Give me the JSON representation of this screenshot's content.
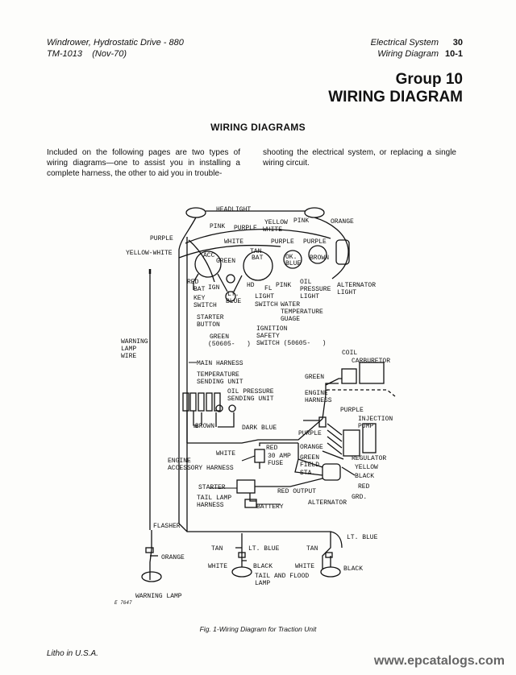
{
  "header": {
    "left_line1": "Windrower, Hydrostatic Drive - 880",
    "left_line2": "TM-1013    (Nov-70)",
    "right_line1": "Electrical System",
    "right_line2": "Wiring Diagram",
    "page_num": "30",
    "page_sub": "10-1"
  },
  "group_title": "Group 10",
  "main_title": "WIRING DIAGRAM",
  "section_title": "WIRING DIAGRAMS",
  "intro_left": "Included on the following pages are two types of wiring diagrams—one to assist you in installing a complete harness, the other to aid you in trouble-",
  "intro_right": "shooting the electrical system, or replacing a single wiring circuit.",
  "diagram_labels": {
    "headlight": "HEADLIGHT",
    "pink1": "PINK",
    "purple1": "PURPLE",
    "yellow_white1": "YELLOW",
    "yellow_white2": "WHITE",
    "pink2": "PINK",
    "orange1": "ORANGE",
    "purple2": "PURPLE",
    "white1": "WHITE",
    "purple3": "PURPLE",
    "purple4": "PURPLE",
    "yellow_white": "YELLOW-WHITE",
    "tan": "TAN",
    "acc": "ACC",
    "green1": "GREEN",
    "bat1": "BAT",
    "ok": "OK.",
    "blue1": "BLUE",
    "brown1": "BROWN",
    "red1": "RED",
    "bat2": "BAT",
    "ign": "IGN",
    "hd": "HD",
    "fl": "FL",
    "pink3": "PINK",
    "oil_pressure_light1": "OIL",
    "oil_pressure_light2": "PRESSURE",
    "oil_pressure_light3": "LIGHT",
    "alternator_light1": "ALTERNATOR",
    "alternator_light2": "LIGHT",
    "lt_blue1": "LT.",
    "lt_blue2": "BLUE",
    "light_switch1": "LIGHT",
    "light_switch2": "SWITCH",
    "key_switch1": "KEY",
    "key_switch2": "SWITCH",
    "water_temp1": "WATER",
    "water_temp2": "TEMPERATURE",
    "water_temp3": "GUAGE",
    "starter_button1": "STARTER",
    "starter_button2": "BUTTON",
    "warning_lamp_wire1": "WARNING",
    "warning_lamp_wire2": "LAMP",
    "warning_lamp_wire3": "WIRE",
    "green2": "GREEN",
    "green2_num": "(50605-   )",
    "ignition_safety1": "IGNITION",
    "ignition_safety2": "SAFETY",
    "ignition_safety3": "SWITCH (50605-   )",
    "coil": "COIL",
    "carburetor": "CARBURETOR",
    "main_harness": "MAIN HARNESS",
    "temp_sending1": "TEMPERATURE",
    "temp_sending2": "SENDING UNIT",
    "green3": "GREEN",
    "oil_sending1": "OIL PRESSURE",
    "oil_sending2": "SENDING UNIT",
    "engine_harness1": "ENGINE",
    "engine_harness2": "HARNESS",
    "purple5": "PURPLE",
    "injection_pump1": "INJECTION",
    "injection_pump2": "PUMP",
    "brown2": "BROWN",
    "dark_blue": "DARK BLUE",
    "purple6": "PURPLE",
    "orange2": "ORANGE",
    "red2": "RED",
    "white2": "WHITE",
    "fuse1": "30 AMP",
    "fuse2": "FUSE",
    "engine_acc1": "ENGINE",
    "engine_acc2": "ACCESSORY HARNESS",
    "green4": "GREEN",
    "field": "FIELD",
    "sta": "STA.",
    "regulator": "REGULATOR",
    "yellow2": "YELLOW",
    "black1": "BLACK",
    "red3": "RED",
    "starter": "STARTER",
    "red_output": "RED OUTPUT",
    "grd": "GRD.",
    "tail_lamp1": "TAIL LAMP",
    "tail_lamp2": "HARNESS",
    "alternator": "ALTERNATOR",
    "battery": "BATTERY",
    "flasher": "FLASHER",
    "lt_blue3": "LT. BLUE",
    "tan2": "TAN",
    "lt_blue4": "LT. BLUE",
    "tan3": "TAN",
    "orange3": "ORANGE",
    "white3": "WHITE",
    "black2": "BLACK",
    "white4": "WHITE",
    "black3": "BLACK",
    "tail_flood1": "TAIL AND FLOOD",
    "tail_flood2": "LAMP",
    "warning_lamp": "WARNING LAMP",
    "fig_code": "E 7647"
  },
  "caption": "Fig. 1-Wiring Diagram for Traction Unit",
  "footer_left": "Litho in U.S.A.",
  "footer_site": "www.epcatalogs.com"
}
